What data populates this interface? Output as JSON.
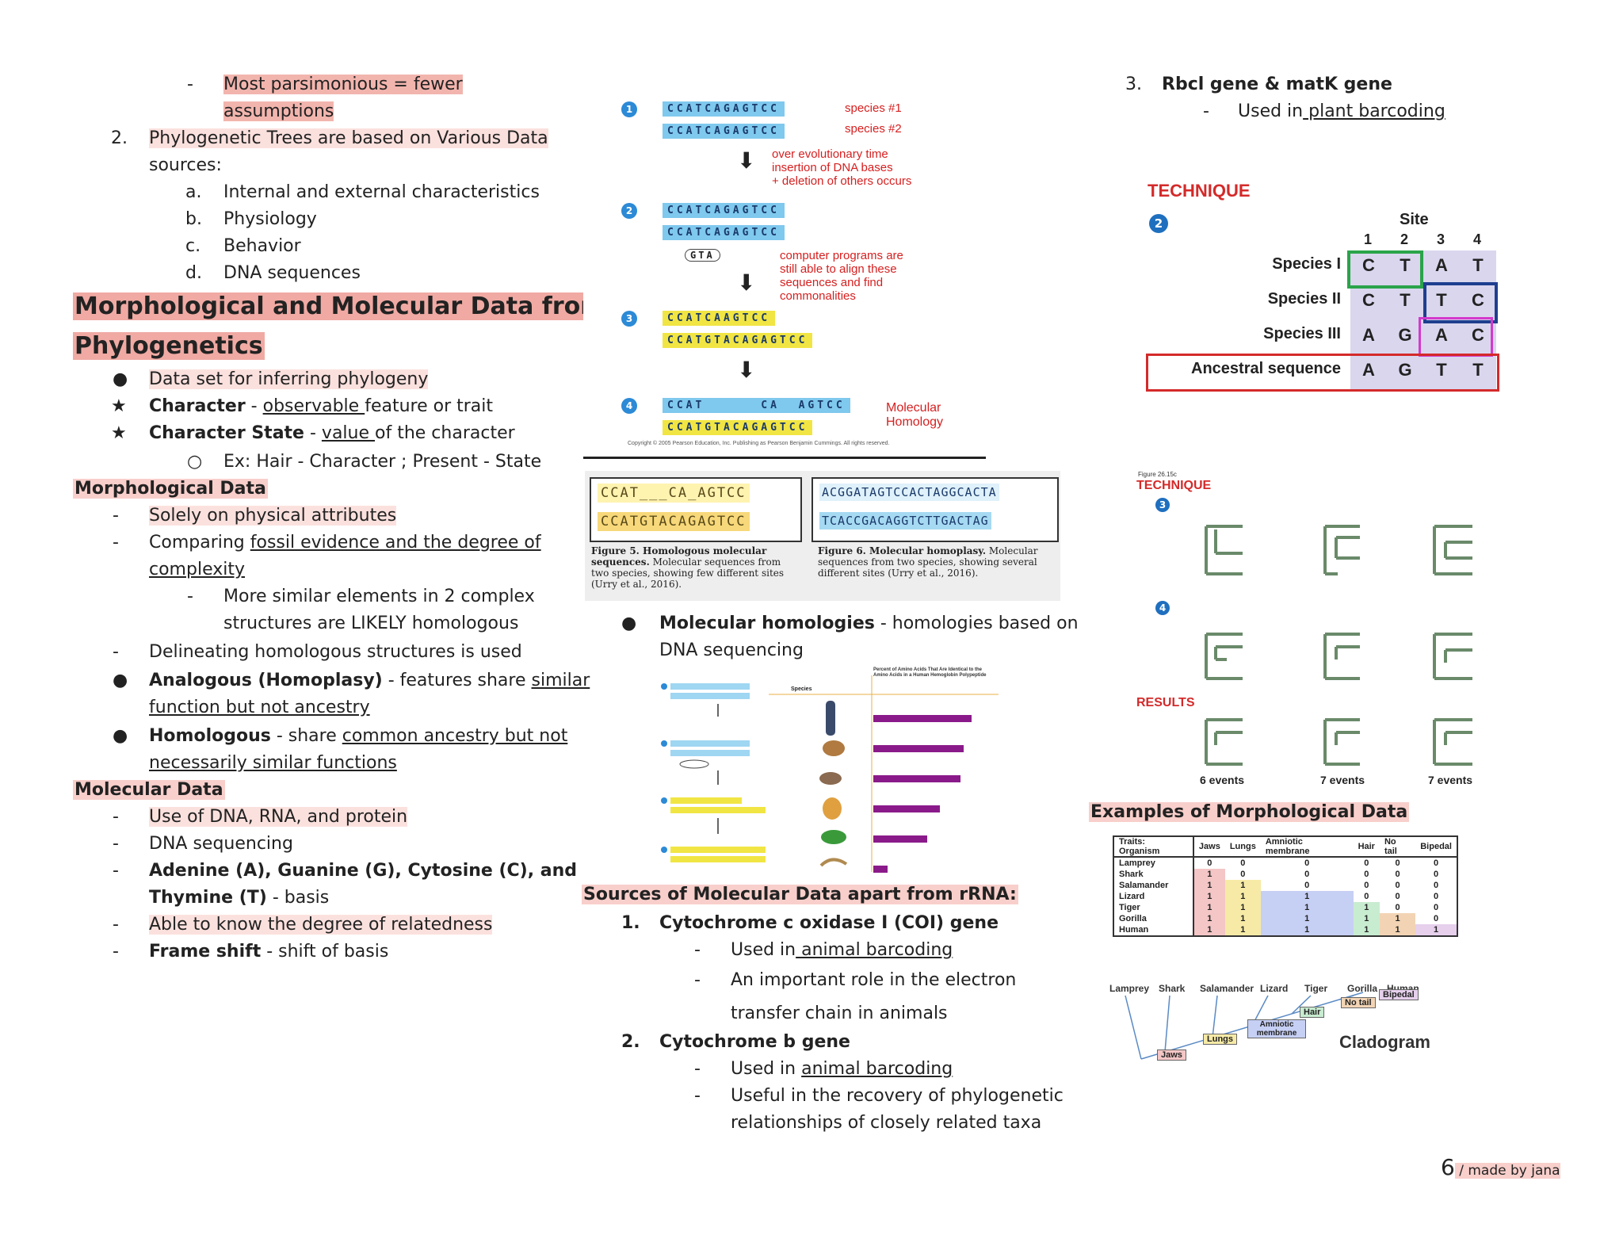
{
  "col1": {
    "item_parsimony": [
      "Most parsimonious = fewer",
      "assumptions"
    ],
    "item2_number": "2.",
    "item2_text": [
      "Phylogenetic Trees are based on Various Data",
      "sources:"
    ],
    "sub_items": [
      {
        "mark": "a.",
        "text": "Internal and external characteristics"
      },
      {
        "mark": "b.",
        "text": "Physiology"
      },
      {
        "mark": "c.",
        "text": "Behavior"
      },
      {
        "mark": "d.",
        "text": "DNA sequences"
      }
    ],
    "heading": [
      "Morphological and Molecular Data from",
      "Phylogenetics"
    ],
    "bullet1": "Data set for inferring phylogeny",
    "character_term": "Character",
    "character_rest": " - ",
    "character_u": "observable ",
    "character_tail": "feature or trait",
    "state_term": "Character State",
    "state_rest": " - ",
    "state_u": "value ",
    "state_tail": "of the character",
    "example": "Ex: Hair - Character ; Present - State",
    "morph_heading": "Morphological Data",
    "morph_1": "Solely on physical attributes",
    "morph_2_pre": "Comparing ",
    "morph_2_u": [
      "fossil evidence and the degree of",
      "complexity"
    ],
    "morph_sub": [
      "More similar elements in 2 complex",
      "structures are LIKELY homologous"
    ],
    "morph_3": "Delineating homologous structures is used",
    "analogous_term": "Analogous (Homoplasy)",
    "analogous_mid": " - features share ",
    "analogous_u": [
      "similar",
      "function but not ancestry"
    ],
    "homologous_term": "Homologous",
    "homologous_mid": " - share ",
    "homologous_u": [
      "common ancestry but not",
      "necessarily similar functions"
    ],
    "mol_heading": "Molecular Data",
    "mol_1": "Use of DNA, RNA, and protein",
    "mol_2": "DNA sequencing",
    "mol_3": [
      "Adenine (A), Guanine (G), Cytosine (C), and",
      "Thymine (T)"
    ],
    "mol_3_tail": " - basis",
    "mol_4": "Able to know the degree of relatedness",
    "mol_5_term": "Frame shift",
    "mol_5_tail": " - shift of basis"
  },
  "col2": {
    "fig_top": {
      "steps": [
        "1",
        "2",
        "3",
        "4"
      ],
      "seq1": "CCATCAGAGTCC",
      "seq2": "CCATCAGAGTCC",
      "species1": "species #1",
      "species2": "species #2",
      "note1": [
        "over evolutionary time",
        "insertion of DNA bases",
        "+ deletion of others occurs"
      ],
      "seq3a": "CCATCAGAGTCC",
      "seq3b": "CCATCAGAGTCC",
      "gta": "GTA",
      "note2": [
        "computer programs are",
        "still able to align these",
        "sequences and find",
        "commonalities"
      ],
      "seq4a": "CCATCAAGTCC",
      "seq4b": "CCATGTACAGAGTCC",
      "seq5a": "CCAT      CA  AGTCC",
      "seq5b": "CCATGTACAGAGTCC",
      "homology": [
        "Molecular",
        "Homology"
      ],
      "copyright": "Copyright © 2005 Pearson Education, Inc. Publishing as Pearson Benjamin Cummings. All rights reserved."
    },
    "fig5": {
      "seq_a": "CCAT___CA_AGTCC",
      "seq_b": "CCATGTACAGAGTCC",
      "caption_bold": "Figure 5. Homologous molecular sequences.",
      "caption": "Molecular sequences from two species, showing few different sites (Urry et al., 2016)."
    },
    "fig6": {
      "seq_a": "ACGGATAGTCCACTAGGCACTA",
      "seq_b": "TCACCGACAGGTCTTGACTAG",
      "caption_bold": "Figure 6. Molecular homoplasy.",
      "caption": "Molecular sequences from two species, showing several different sites (Urry et al., 2016)."
    },
    "bullet_term": "Molecular homologies",
    "bullet_text": [
      " - homologies based on",
      "DNA sequencing"
    ],
    "chart_header": "Percent of Amino Acids That Are Identical to the Amino Acids in a Human Hemoglobin Polypeptide",
    "species_label": "Species",
    "sources_heading": "Sources of Molecular Data apart from rRNA:",
    "source1_num": "1.",
    "source1": "Cytochrome c oxidase I (COI) gene",
    "source1_sub1_pre": "Used in",
    "source1_sub1_u": " animal barcoding",
    "source1_sub2": [
      "An important role in the electron",
      "transfer chain in animals"
    ],
    "source2_num": "2.",
    "source2": "Cytochrome b gene",
    "source2_sub1_pre": "Used in ",
    "source2_sub1_u": "animal barcoding",
    "source2_sub2": [
      "Useful in the recovery of phylogenetic",
      "relationships of closely related taxa"
    ]
  },
  "col3": {
    "item3_num": "3.",
    "item3": "Rbcl gene & matK gene",
    "item3_sub_pre": "Used in",
    "item3_sub_u": " plant barcoding",
    "technique_label": "TECHNIQUE",
    "step_two": "2",
    "site_label": "Site",
    "site_nums": [
      "1",
      "2",
      "3",
      "4"
    ],
    "rows": [
      {
        "name": "Species I",
        "cells": [
          "C",
          "T",
          "A",
          "T"
        ]
      },
      {
        "name": "Species II",
        "cells": [
          "C",
          "T",
          "T",
          "C"
        ]
      },
      {
        "name": "Species III",
        "cells": [
          "A",
          "G",
          "A",
          "C"
        ]
      },
      {
        "name": "Ancestral sequence",
        "cells": [
          "A",
          "G",
          "T",
          "T"
        ]
      }
    ],
    "figure_label": "Figure 26.15c",
    "technique2": "TECHNIQUE",
    "step3": "3",
    "step4": "4",
    "results": "RESULTS",
    "events": [
      "6 events",
      "7 events",
      "7 events"
    ],
    "morph_examples_heading": "Examples of Morphological Data",
    "table_headers": [
      "Traits: Organism",
      "Jaws",
      "Lungs",
      "Amniotic membrane",
      "Hair",
      "No tail",
      "Bipedal"
    ],
    "table_rows": [
      {
        "name": "Lamprey",
        "vals": [
          "0",
          "0",
          "0",
          "0",
          "0",
          "0"
        ]
      },
      {
        "name": "Shark",
        "vals": [
          "1",
          "0",
          "0",
          "0",
          "0",
          "0"
        ]
      },
      {
        "name": "Salamander",
        "vals": [
          "1",
          "1",
          "0",
          "0",
          "0",
          "0"
        ]
      },
      {
        "name": "Lizard",
        "vals": [
          "1",
          "1",
          "1",
          "0",
          "0",
          "0"
        ]
      },
      {
        "name": "Tiger",
        "vals": [
          "1",
          "1",
          "1",
          "1",
          "0",
          "0"
        ]
      },
      {
        "name": "Gorilla",
        "vals": [
          "1",
          "1",
          "1",
          "1",
          "1",
          "0"
        ]
      },
      {
        "name": "Human",
        "vals": [
          "1",
          "1",
          "1",
          "1",
          "1",
          "1"
        ]
      }
    ],
    "cladogram_taxa": [
      "Lamprey",
      "Shark",
      "Salamander",
      "Lizard",
      "Tiger",
      "Gorilla",
      "Human"
    ],
    "cladogram_traits": [
      "Jaws",
      "Lungs",
      "Amniotic membrane",
      "Hair",
      "No tail",
      "Bipedal"
    ],
    "cladogram_title": "Cladogram"
  },
  "footer": {
    "page_number": "6",
    "credit": " / made by jana"
  }
}
